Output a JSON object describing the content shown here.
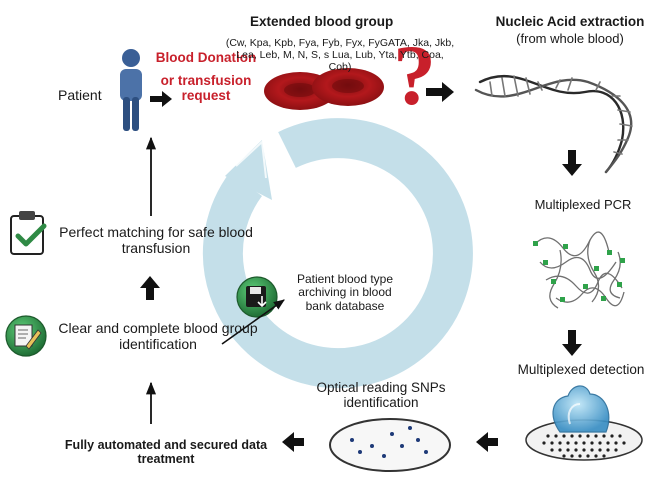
{
  "labels": {
    "patient": "Patient",
    "blood_donation": "Blood Donation",
    "or_transfusion_request": "or transfusion request",
    "extended_blood_group_title": "Extended blood group",
    "extended_blood_group_list": "(Cw, Kpa, Kpb, Fya, Fyb, Fyx, FyGATA, Jka, Jkb, Lea, Leb, M, N, S, s Lua, Lub, Yta, Ytb, Coa, Cob)",
    "nucleic_acid_extraction": "Nucleic Acid extraction",
    "from_whole_blood": "(from whole blood)",
    "multiplexed_pcr": "Multiplexed PCR",
    "multiplexed_detection": "Multiplexed detection",
    "optical_reading": "Optical reading SNPs identification",
    "fully_automated": "Fully automated and secured data treatment",
    "perfect_matching": "Perfect matching for safe blood transfusion",
    "clear_identification": "Clear and complete blood group identification",
    "archiving": "Patient blood type archiving in blood bank database"
  },
  "icons": {
    "patient": "person-icon",
    "blood_cells": "red-blood-cells-icon",
    "question": "question-mark-icon",
    "dna": "dna-helix-icon",
    "pcr": "pcr-strands-icon",
    "detection": "microarray-drop-icon",
    "optical": "optical-plate-icon",
    "clipboard": "clipboard-check-icon",
    "notepad": "notepad-pencil-icon",
    "database": "floppy-database-icon",
    "cycle": "circular-cycle-arrow"
  },
  "colors": {
    "accent_red": "#c8202b",
    "cycle_blue": "#c4dfe9",
    "green_icon": "#2f8a45",
    "patient_blue": "#3a5f96"
  }
}
